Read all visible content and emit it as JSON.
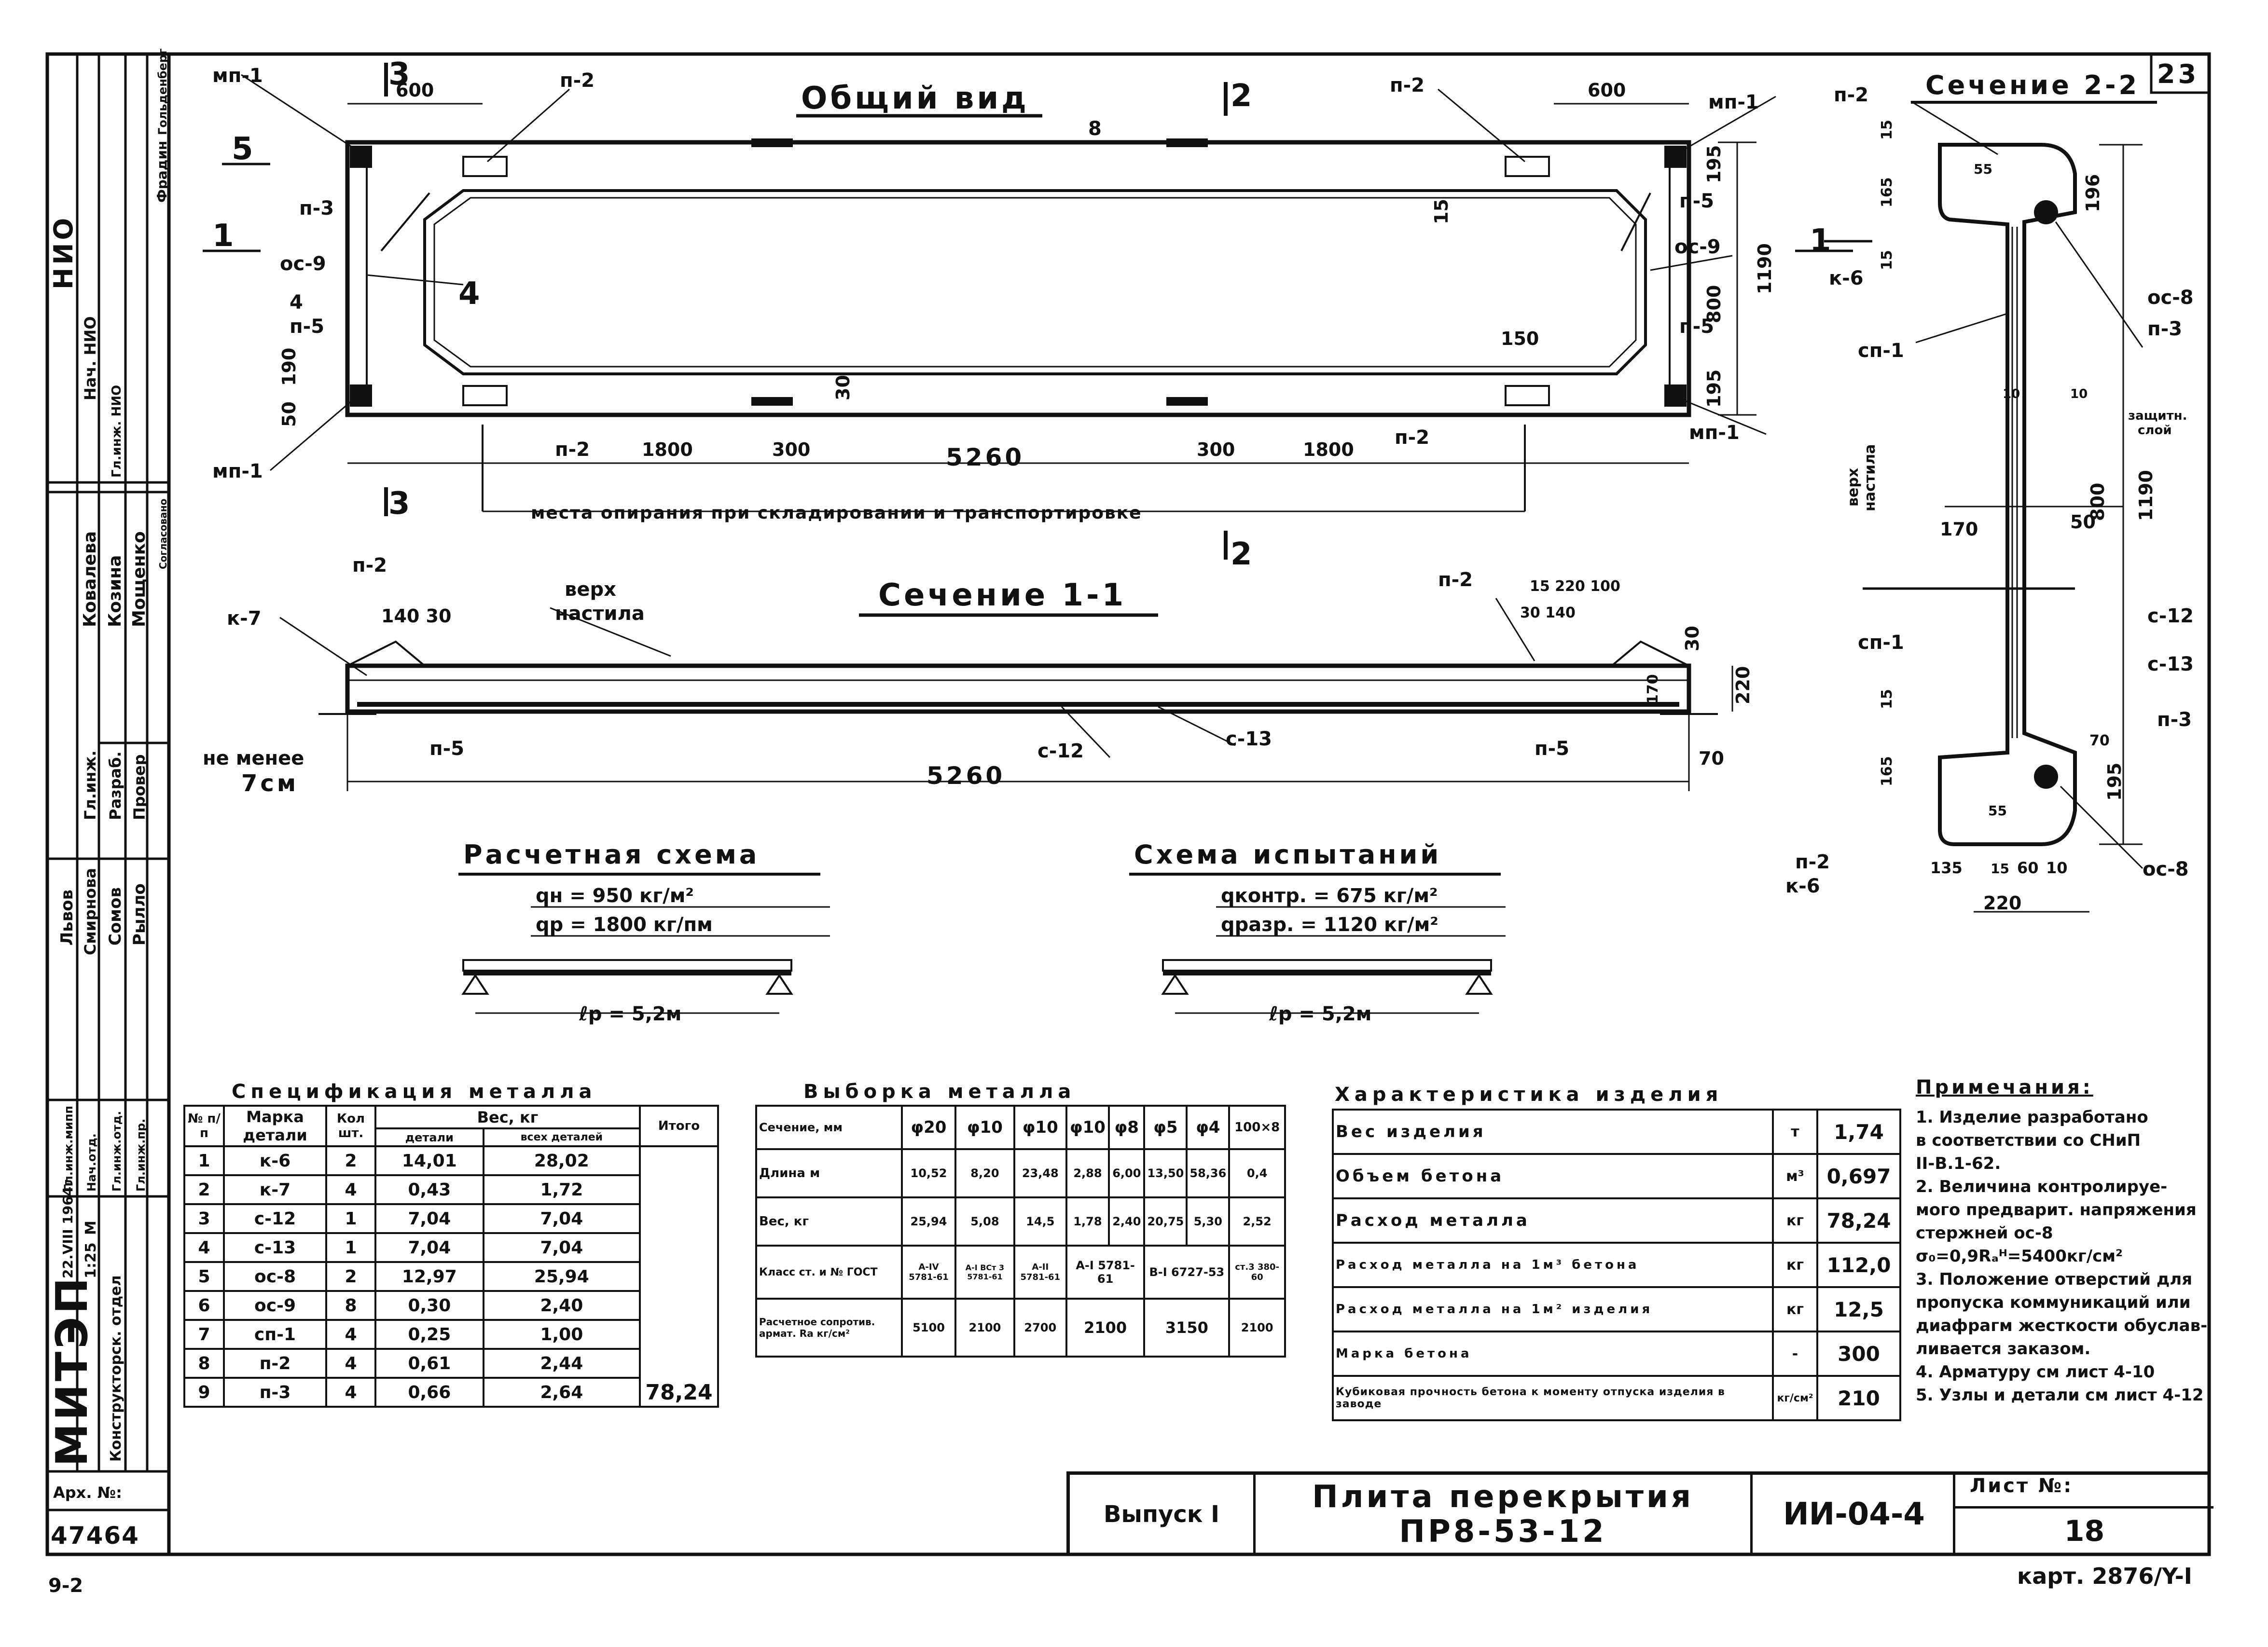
{
  "sheet_no": "23",
  "general_view": {
    "title": "Общий вид",
    "labels": {
      "mp1_tl": "мп-1",
      "p2_tl": "п-2",
      "p2_tr": "п-2",
      "mp1_tr": "мп-1",
      "p3_l": "п-3",
      "p5_r": "п-5",
      "oc9_l": "ос-9",
      "oc9_r": "ос-9",
      "p5_l": "п-5",
      "p5_r2": "п-5",
      "mp1_bl": "мп-1",
      "mp1_br": "мп-1",
      "p2_bl": "п-2",
      "p2_br": "п-2",
      "num1": "1",
      "num4a": "4",
      "num4b": "4",
      "num5": "5",
      "sec3_top": "3",
      "sec3_bot": "3",
      "sec2_top": "2",
      "sec2_bot": "2",
      "num8": "8"
    },
    "dims": {
      "d600_l": "600",
      "d600_r": "600",
      "d1190": "1190",
      "d800": "800",
      "d195a": "195",
      "d195b": "195",
      "d1800_l": "1800",
      "d300_l": "300",
      "d5260": "5260",
      "d300_r": "300",
      "d1800_r": "1800",
      "d150": "150",
      "d30": "30",
      "d15": "15",
      "d50": "50",
      "d190": "190"
    },
    "support_note": "места опирания при складировании и транспортировке"
  },
  "section_1_1": {
    "title": "Сечение 1-1",
    "labels": {
      "k7": "к-7",
      "p2_l": "п-2",
      "p2_r": "п-2",
      "p5_l": "п-5",
      "p5_r": "п-5",
      "c12": "с-12",
      "c13": "с-13",
      "top_deck_1": "верх",
      "top_deck_2": "настила"
    },
    "dims": {
      "d140_30": "140 30",
      "d15_220_100": "15 220 100",
      "d30_140": "30 140",
      "d30": "30",
      "d170": "170",
      "d220": "220",
      "d70": "70",
      "d5260": "5260"
    },
    "min_note_1": "не менее",
    "min_note_2": "7см"
  },
  "section_2_2": {
    "title": "Сечение 2-2",
    "labels": {
      "p2_top": "п-2",
      "k6_top": "к-6",
      "sp1_top": "сп-1",
      "sp1_mid": "сп-1",
      "oc8_top": "ос-8",
      "p3_top": "п-3",
      "prot_1": "защитн.",
      "prot_2": "слой",
      "top_1": "верх",
      "top_2": "настила",
      "c12": "с-12",
      "c13": "с-13",
      "p3_bot": "п-3",
      "p2_bot": "п-2",
      "k6_bot": "к-6",
      "oc8_bot": "ос-8",
      "num1": "1"
    },
    "dims": {
      "d15a": "15",
      "d165a": "165",
      "d15b": "15",
      "d55a": "55",
      "d196": "196",
      "d10a": "10",
      "d10b": "10",
      "d170": "170",
      "d50": "50",
      "d800": "800",
      "d1190": "1190",
      "d15c": "15",
      "d165b": "165",
      "d55b": "55",
      "d70": "70",
      "d195": "195",
      "d135": "135",
      "d15d": "15",
      "d60": "60",
      "d10c": "10",
      "d220": "220"
    }
  },
  "calc_scheme": {
    "title": "Расчетная схема",
    "qn": "qн = 950 кг/м²",
    "qp": "qр = 1800 кг/пм",
    "lp": "ℓр = 5,2м"
  },
  "test_scheme": {
    "title": "Схема испытаний",
    "q_control": "qконтр. = 675 кг/м²",
    "q_break": "qразр. = 1120 кг/м²",
    "lp": "ℓр = 5,2м"
  },
  "title_block_left": {
    "org": "НИО",
    "nach": "Нач. НИО",
    "gl_ing": "Гл.инж. НИО",
    "names_a": [
      "Фрадин",
      "Гольденберг"
    ],
    "agreed": "Согласовано",
    "names_b": [
      "Ковалева",
      "Козина",
      "Мощенко"
    ],
    "roles": [
      "Гл.инж.",
      "Разраб.",
      "Провер"
    ],
    "names_c": [
      "Львов",
      "Смирнова",
      "Сомов",
      "Рылло"
    ],
    "roles2": [
      "Гл.инж.мипп",
      "Нач.отд.",
      "Гл.инж.отд.",
      "Гл.инж.пр."
    ],
    "date": "22.VIII 1964г",
    "scale_lbl": "М",
    "scale": "1:25",
    "dept": "Конструкторск. отдел",
    "org2": "МИТЭП",
    "arch_lbl": "Арх. №:",
    "arch_no": "47464"
  },
  "spec_table": {
    "title": "Спецификация металла",
    "headers": {
      "num": "№ п/п",
      "mark": "Марка детали",
      "qty": "Кол шт.",
      "weight": "Вес, кг",
      "w_part": "детали",
      "w_all": "всех деталей",
      "total": "Итого"
    },
    "rows": [
      [
        "1",
        "к-6",
        "2",
        "14,01",
        "28,02"
      ],
      [
        "2",
        "к-7",
        "4",
        "0,43",
        "1,72"
      ],
      [
        "3",
        "с-12",
        "1",
        "7,04",
        "7,04"
      ],
      [
        "4",
        "с-13",
        "1",
        "7,04",
        "7,04"
      ],
      [
        "5",
        "ос-8",
        "2",
        "12,97",
        "25,94"
      ],
      [
        "6",
        "ос-9",
        "8",
        "0,30",
        "2,40"
      ],
      [
        "7",
        "сп-1",
        "4",
        "0,25",
        "1,00"
      ],
      [
        "8",
        "п-2",
        "4",
        "0,61",
        "2,44"
      ],
      [
        "9",
        "п-3",
        "4",
        "0,66",
        "2,64"
      ]
    ],
    "total": "78,24"
  },
  "selection_table": {
    "title": "Выборка металла",
    "cols": [
      "φ20",
      "φ10",
      "φ10",
      "φ10",
      "φ8",
      "φ5",
      "φ4",
      "100×8"
    ],
    "row_section": "Сечение, мм",
    "row_length": "Длина м",
    "lengths": [
      "10,52",
      "8,20",
      "23,48",
      "2,88",
      "6,00",
      "13,50",
      "58,36",
      "0,4"
    ],
    "row_weight": "Вес, кг",
    "weights": [
      "25,94",
      "5,08",
      "14,5",
      "1,78",
      "2,40",
      "20,75",
      "5,30",
      "2,52"
    ],
    "row_class": "Класс ст. и № ГОСТ",
    "classes": [
      "A-IV 5781-61",
      "A-I ВСт 3 5781-61",
      "A-II 5781-61",
      "A-I 5781-61",
      "B-I 6727-53",
      "ст.3 380-60"
    ],
    "row_rated": "Расчетное сопротив. армат. Ra кг/см²",
    "rated": [
      "5100",
      "2100",
      "2700",
      "2100",
      "3150",
      "2100"
    ]
  },
  "char_table": {
    "title": "Характеристика изделия",
    "rows": [
      [
        "Вес изделия",
        "т",
        "1,74"
      ],
      [
        "Объем бетона",
        "м³",
        "0,697"
      ],
      [
        "Расход металла",
        "кг",
        "78,24"
      ],
      [
        "Расход металла на 1м³ бетона",
        "кг",
        "112,0"
      ],
      [
        "Расход металла на 1м² изделия",
        "кг",
        "12,5"
      ],
      [
        "Марка бетона",
        "-",
        "300"
      ],
      [
        "Кубиковая прочность бетона к моменту отпуска изделия в заводе",
        "кг/см²",
        "210"
      ]
    ]
  },
  "notes": {
    "title": "Примечания:",
    "lines": [
      "1. Изделие разработано",
      "в соответствии со СНиП",
      "II-B.1-62.",
      "2. Величина контролируе-",
      "мого предварит. напряжения",
      "стержней ос-8 σ₀=0,9Rₐᴴ=5400кг/см²",
      "3. Положение отверстий для",
      "пропуска коммуникаций или",
      "диафрагм жесткости обуслав-",
      "ливается заказом.",
      "4. Арматуру см лист 4-10",
      "5. Узлы и детали см лист 4-12"
    ]
  },
  "bottom_block": {
    "issue": "Выпуск I",
    "title1": "Плита перекрытия",
    "title2": "ПР8-53-12",
    "code": "ИИ-04-4",
    "sheet_lbl": "Лист №:",
    "sheet": "18",
    "card": "карт. 2876/Y-I",
    "corner": "9-2"
  }
}
